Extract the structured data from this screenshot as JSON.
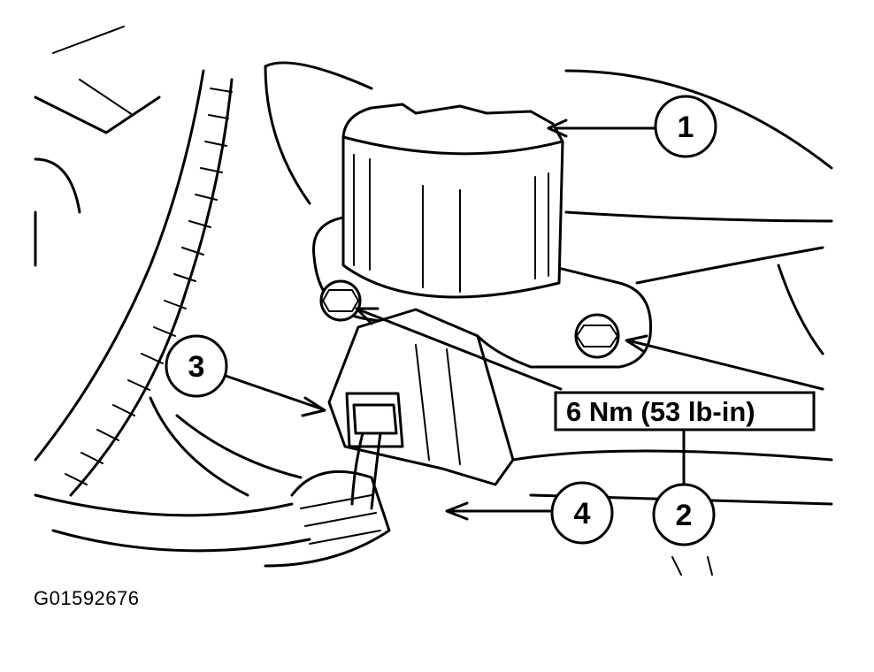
{
  "figure_id": "G01592676",
  "torque_spec": "6 Nm (53 lb-in)",
  "callouts": [
    {
      "id": "1"
    },
    {
      "id": "2"
    },
    {
      "id": "3"
    },
    {
      "id": "4"
    }
  ]
}
